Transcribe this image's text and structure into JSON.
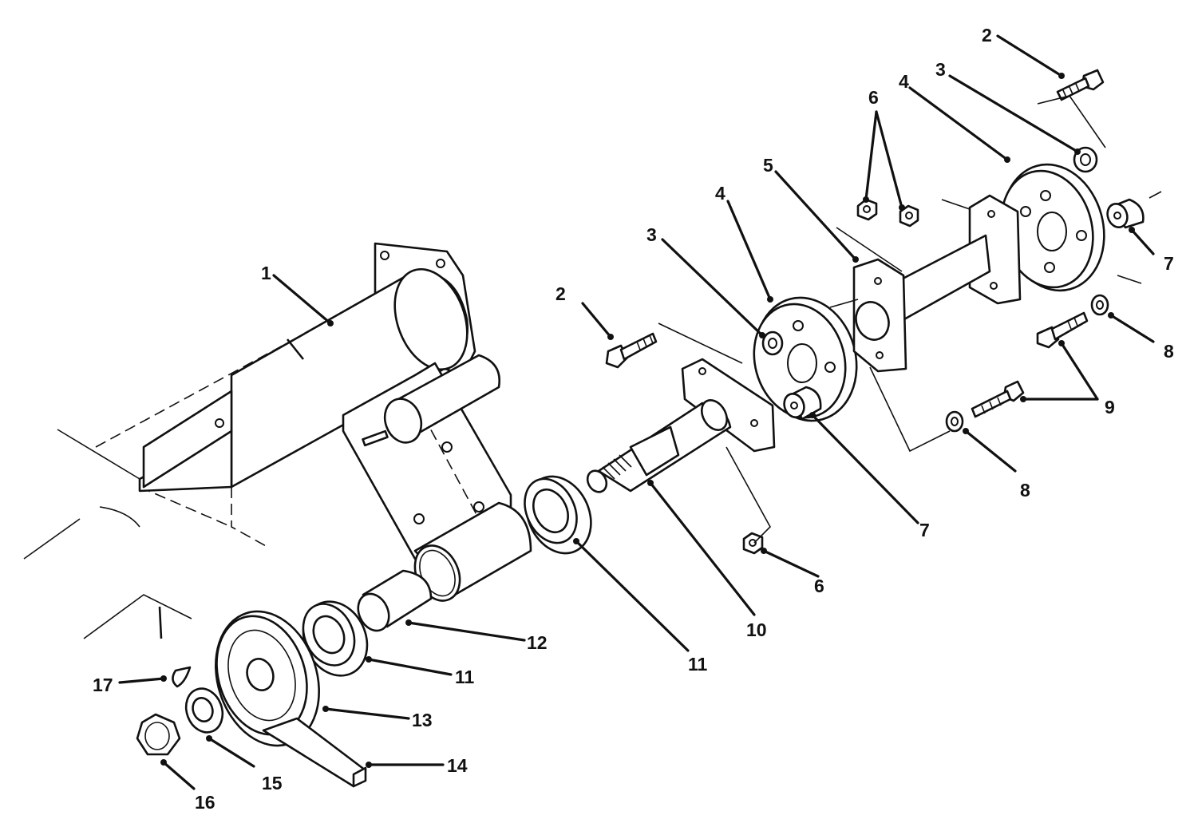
{
  "diagram": {
    "callouts": [
      {
        "id": "c1",
        "text": "1"
      },
      {
        "id": "c2a",
        "text": "2"
      },
      {
        "id": "c2b",
        "text": "2"
      },
      {
        "id": "c3a",
        "text": "3"
      },
      {
        "id": "c3b",
        "text": "3"
      },
      {
        "id": "c4a",
        "text": "4"
      },
      {
        "id": "c4b",
        "text": "4"
      },
      {
        "id": "c5",
        "text": "5"
      },
      {
        "id": "c6a",
        "text": "6"
      },
      {
        "id": "c6b",
        "text": "6"
      },
      {
        "id": "c7a",
        "text": "7"
      },
      {
        "id": "c7b",
        "text": "7"
      },
      {
        "id": "c8a",
        "text": "8"
      },
      {
        "id": "c8b",
        "text": "8"
      },
      {
        "id": "c9",
        "text": "9"
      },
      {
        "id": "c10",
        "text": "10"
      },
      {
        "id": "c11a",
        "text": "11"
      },
      {
        "id": "c11b",
        "text": "11"
      },
      {
        "id": "c12",
        "text": "12"
      },
      {
        "id": "c13",
        "text": "13"
      },
      {
        "id": "c14",
        "text": "14"
      },
      {
        "id": "c15",
        "text": "15"
      },
      {
        "id": "c16",
        "text": "16"
      },
      {
        "id": "c17",
        "text": "17"
      }
    ]
  }
}
